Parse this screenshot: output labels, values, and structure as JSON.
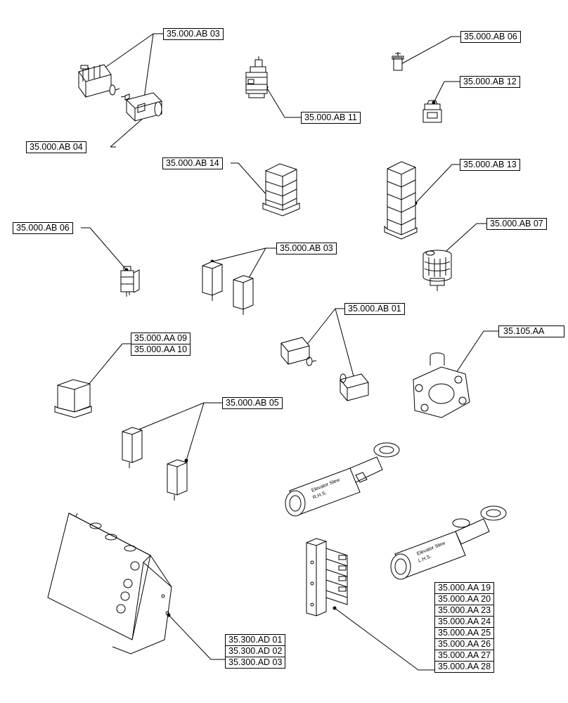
{
  "callouts": {
    "ab03_top": "35.000.AB 03",
    "ab04": "35.000.AB 04",
    "ab11": "35.000.AB 11",
    "ab06_top": "35.000.AB 06",
    "ab12": "35.000.AB 12",
    "ab14": "35.000.AB 14",
    "ab13": "35.000.AB 13",
    "ab06_left": "35.000.AB 06",
    "ab07": "35.000.AB 07",
    "ab03_mid": "35.000.AB 03",
    "ab01": "35.000.AB 01",
    "ad_105": "35.105.AA",
    "ab05": "35.000.AB 05"
  },
  "stacks": {
    "aa_group1": [
      "35.000.AA 09",
      "35.000.AA 10"
    ],
    "ad_group": [
      "35.300.AD 01",
      "35.300.AD 02",
      "35.300.AD 03"
    ],
    "aa_group2": [
      "35.000.AA 19",
      "35.000.AA 20",
      "35.000.AA 23",
      "35.000.AA 24",
      "35.000.AA 25",
      "35.000.AA 26",
      "35.000.AA 27",
      "35.000.AA 28"
    ]
  },
  "cylinder_labels": {
    "rhs_line1": "Elevator Slew",
    "rhs_line2": "R.H.S.",
    "lhs_line1": "Elevator Slew",
    "lhs_line2": "L.H.S."
  }
}
